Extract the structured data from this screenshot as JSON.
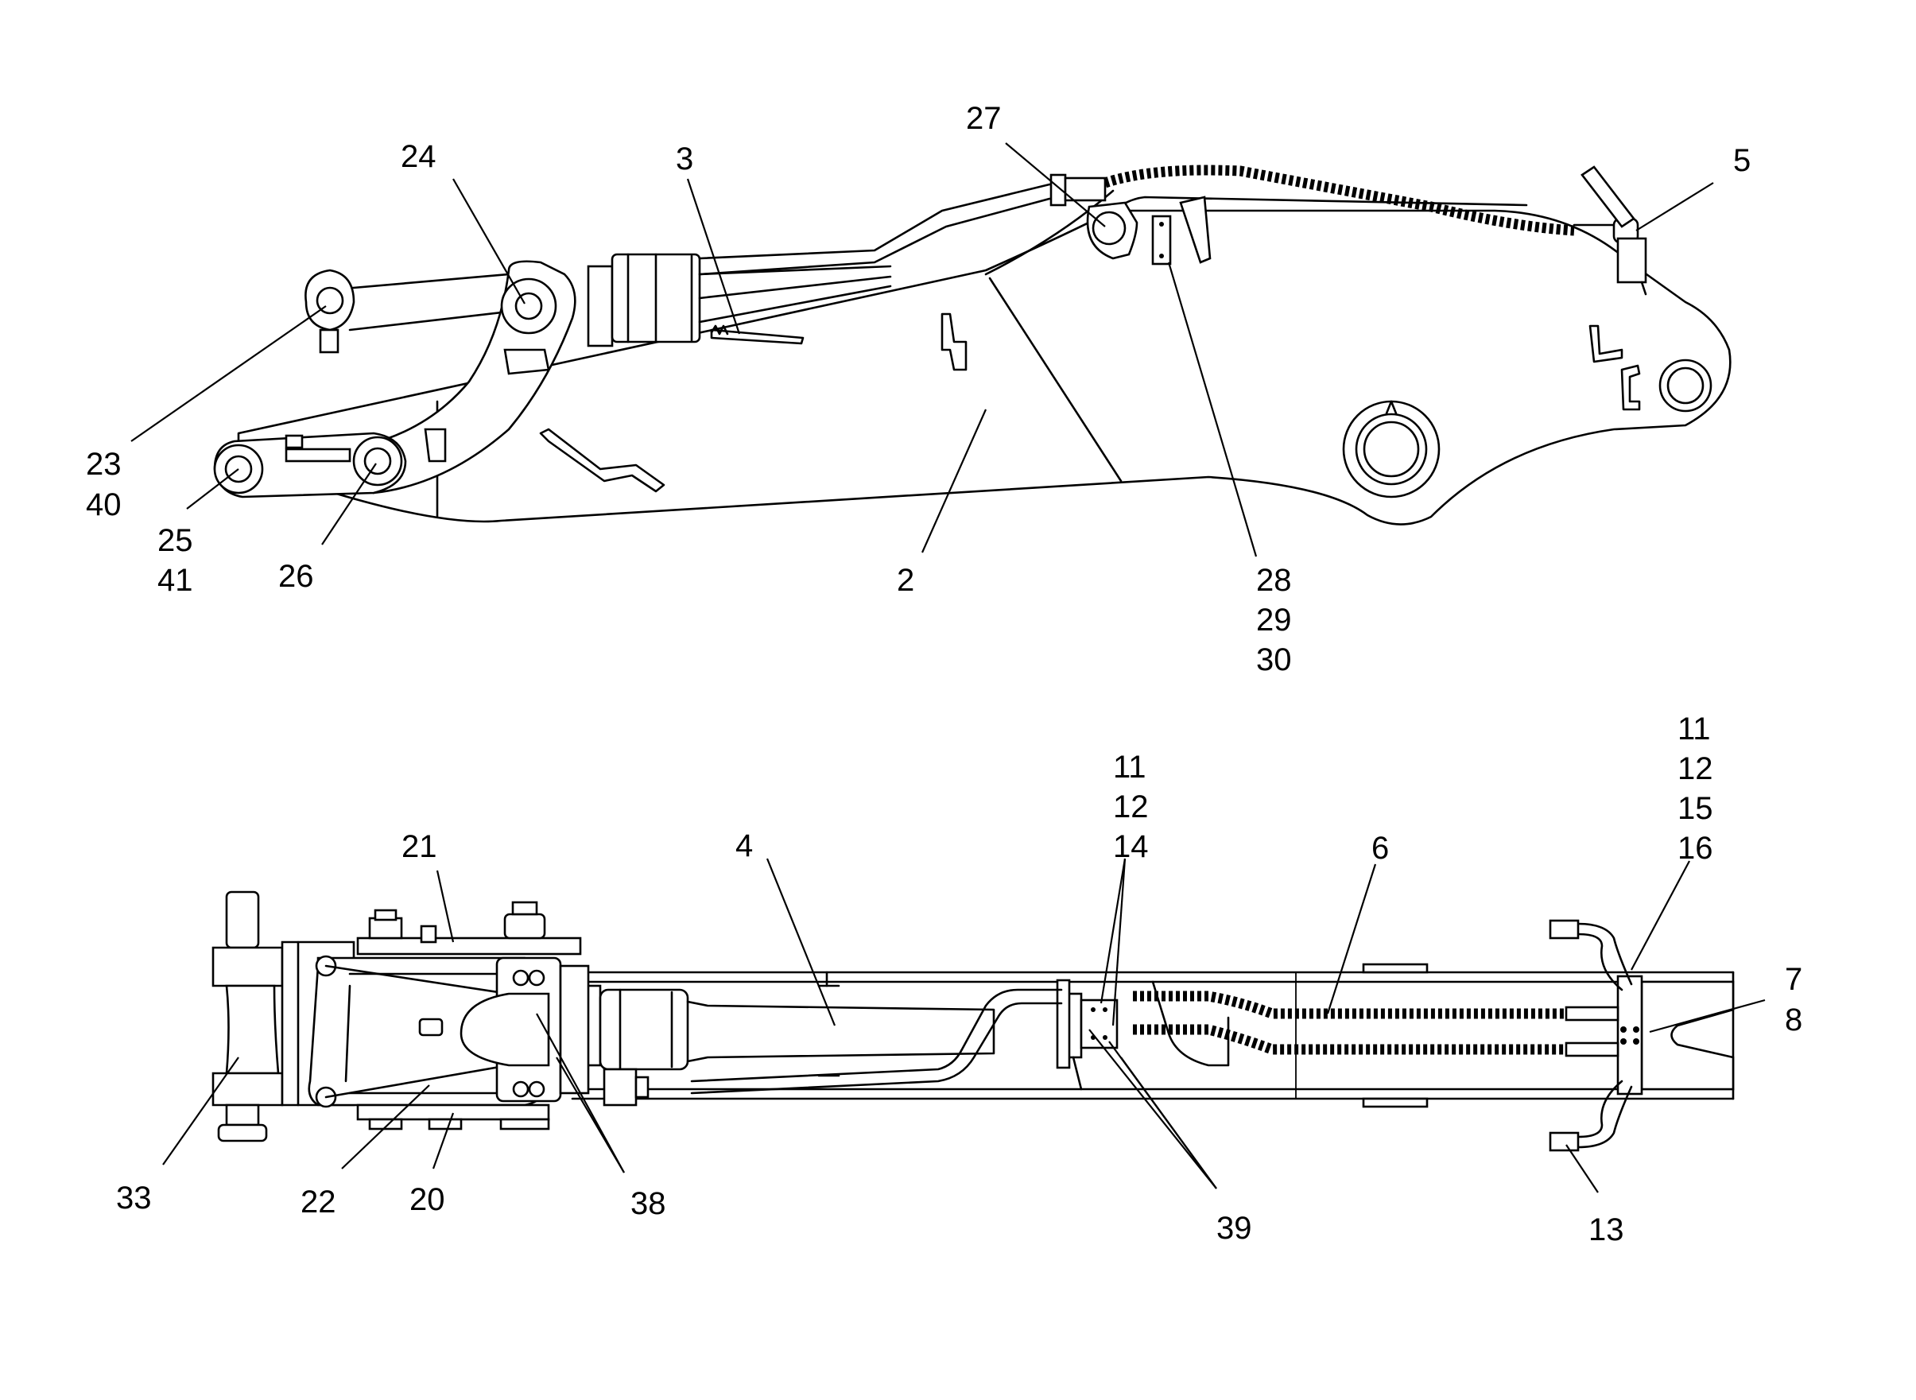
{
  "labels": {
    "l24": "24",
    "l3": "3",
    "l27": "27",
    "l5": "5",
    "l23": "23",
    "l40": "40",
    "l25": "25",
    "l41": "41",
    "l26": "26",
    "l2": "2",
    "l28": "28",
    "l29": "29",
    "l30": "30",
    "l21": "21",
    "l4": "4",
    "l11a": "11",
    "l12a": "12",
    "l14": "14",
    "l6": "6",
    "l11b": "11",
    "l12b": "12",
    "l15": "15",
    "l16": "16",
    "l7": "7",
    "l8": "8",
    "l33": "33",
    "l22": "22",
    "l20": "20",
    "l38": "38",
    "l39": "39",
    "l13": "13"
  }
}
